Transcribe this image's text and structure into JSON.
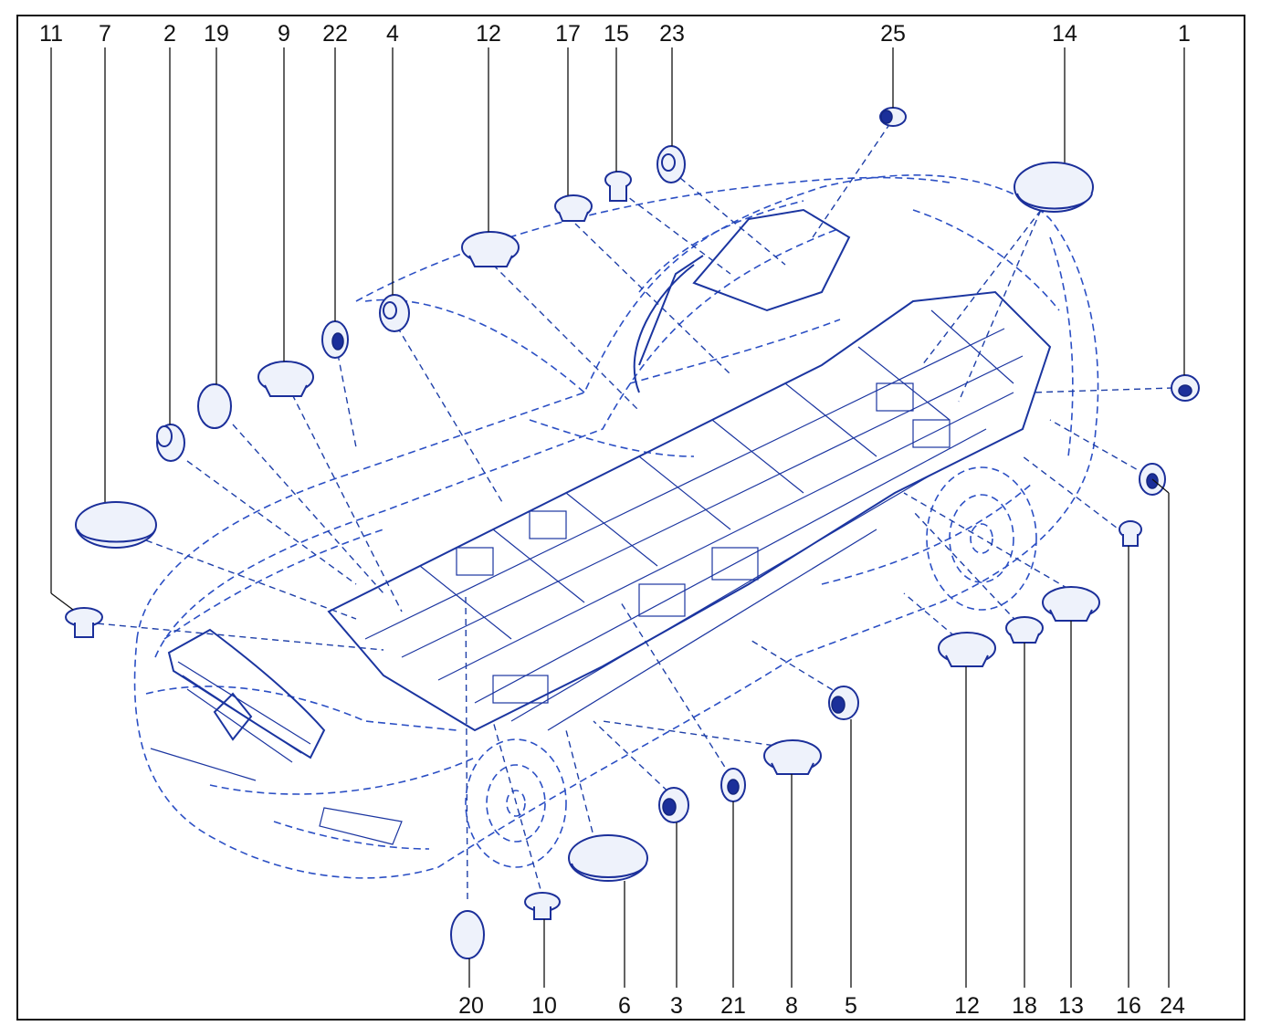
{
  "callouts_top": [
    "11",
    "7",
    "2",
    "19",
    "9",
    "22",
    "4",
    "12",
    "17",
    "15",
    "23",
    "25",
    "14",
    "1"
  ],
  "callouts_bottom": [
    "20",
    "10",
    "6",
    "3",
    "21",
    "8",
    "5",
    "12",
    "18",
    "13",
    "16",
    "24"
  ],
  "colors": {
    "drawing": "#1b35a0",
    "frame": "#111111",
    "background": "#ffffff"
  }
}
